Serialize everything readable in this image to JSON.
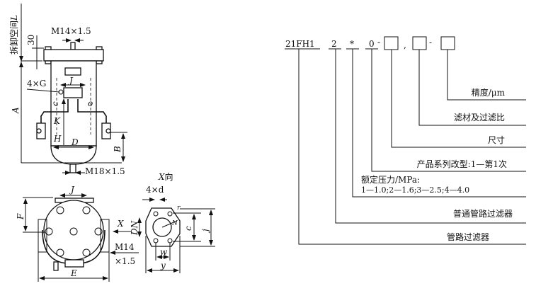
{
  "front_view": {
    "removal_space": "拆卸空间",
    "removal_space_var": "L",
    "dim_30": "30",
    "top_port": "M14×1.5",
    "flange_bolts": "4×G",
    "dim_J": "J",
    "dim_A": "A",
    "dim_K": "K",
    "dim_H": "H",
    "dim_D": "D",
    "dim_B": "B",
    "small_c": "c",
    "small_o": "o",
    "drain_port": "M18×1.5"
  },
  "top_view": {
    "dim_J": "J",
    "dim_F": "F",
    "dim_E": "E",
    "view_arrow": "X",
    "side_port": "M14",
    "side_port_pitch": "×1.5"
  },
  "x_view": {
    "title_var": "X",
    "title": "向",
    "holes": "4×d",
    "dim_DN": "DN",
    "dim_c": "c",
    "dim_j": "j",
    "dim_w": "w",
    "dim_y": "y",
    "dim_r": "r",
    "dim_N": "N"
  },
  "model_code": {
    "prefix": "21FH1",
    "type_digit": "2",
    "pressure": "*",
    "revision": "0",
    "dash1": "-",
    "comma": ",",
    "dash2": "-",
    "labels": {
      "precision": "精度/μm",
      "filter_material": "滤材及过滤比",
      "size": "尺寸",
      "revision": "产品系列改型:1—第1次",
      "pressure_title": "额定压力/MPa:",
      "pressure_values": "1—1.0;2—1.6;3—2.5;4—4.0",
      "ordinary": "普通管路过滤器",
      "pipeline": "管路过滤器"
    }
  }
}
